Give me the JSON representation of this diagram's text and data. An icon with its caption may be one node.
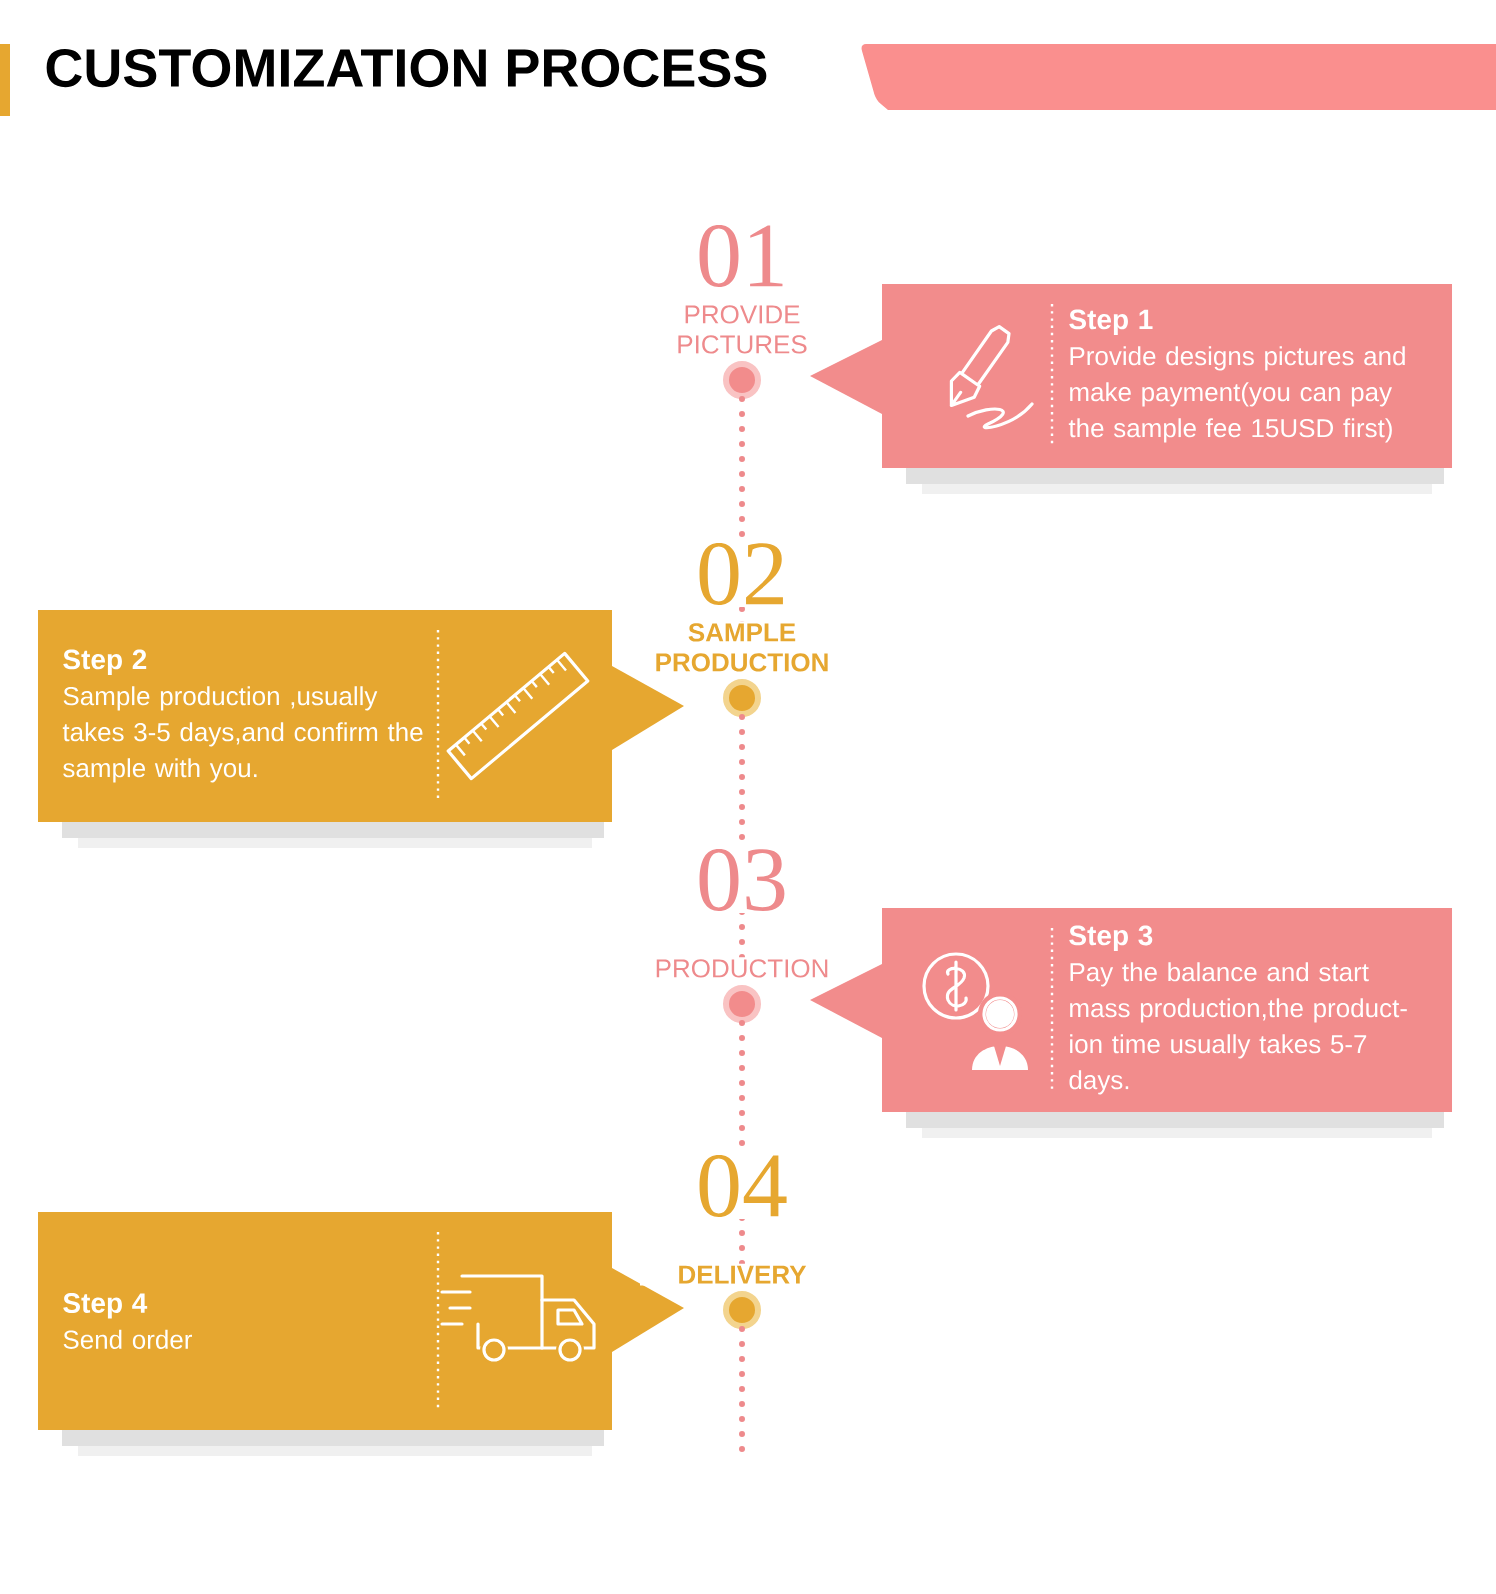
{
  "diagram": {
    "title": "CUSTOMIZATION PROCESS",
    "nodes": [
      {
        "text": [],
        "shape": "circle",
        "beside": [
          "01",
          "PROVIDE PICTURES"
        ]
      },
      {
        "text": [
          "Step 1",
          "Provide designs pictures and make payment(you can pay the sample fee 15USD first)"
        ]
      },
      {
        "text": [],
        "shape": "circle",
        "beside": [
          "02",
          "SAMPLE PRODUCTION"
        ]
      },
      {
        "text": [
          "Step 2",
          "Sample production ,usually takes 3-5 days,and confirm the sample with you."
        ]
      },
      {
        "text": [],
        "shape": "circle",
        "beside": [
          "03",
          "PRODUCTION"
        ]
      },
      {
        "text": [
          "Step 3",
          "Pay the balance and start mass production,the product-ion time usually takes 5-7 days."
        ]
      },
      {
        "text": [],
        "shape": "circle",
        "beside": [
          "04",
          "DELIVERY"
        ]
      },
      {
        "text": [
          "Step 4",
          "Send order"
        ]
      }
    ],
    "edges": [
      {
        "from": 0,
        "to": 2,
        "arrow": "none",
        "style": "dashed"
      },
      {
        "from": 2,
        "to": 4,
        "arrow": "none",
        "style": "dashed"
      },
      {
        "from": 4,
        "to": 6,
        "arrow": "none",
        "style": "dashed"
      },
      {
        "from": 6,
        "to": null,
        "arrow": "none",
        "style": "dashed"
      }
    ]
  }
}
